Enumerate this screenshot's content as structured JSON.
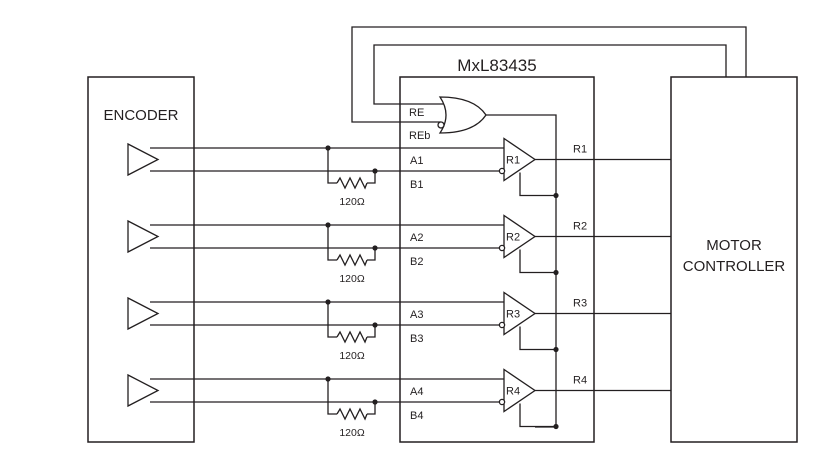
{
  "blocks": {
    "encoder": "ENCODER",
    "chip": "MxL83435",
    "controller_line1": "MOTOR",
    "controller_line2": "CONTROLLER"
  },
  "enable_pins": {
    "re": "RE",
    "reb": "REb"
  },
  "channels": [
    {
      "a": "A1",
      "b": "B1",
      "receiver": "R1",
      "output": "R1",
      "resistor": "120Ω"
    },
    {
      "a": "A2",
      "b": "B2",
      "receiver": "R2",
      "output": "R2",
      "resistor": "120Ω"
    },
    {
      "a": "A3",
      "b": "B3",
      "receiver": "R3",
      "output": "R3",
      "resistor": "120Ω"
    },
    {
      "a": "A4",
      "b": "B4",
      "receiver": "R4",
      "output": "R4",
      "resistor": "120Ω"
    }
  ],
  "colors": {
    "line": "#231f20",
    "background": "#ffffff"
  }
}
